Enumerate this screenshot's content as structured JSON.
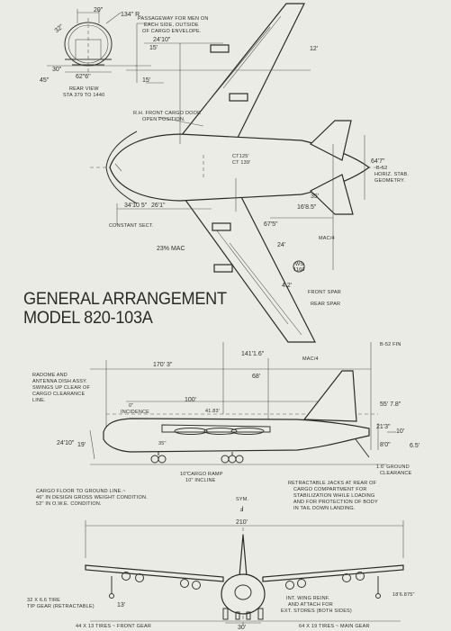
{
  "title": {
    "line1": "GENERAL ARRANGEMENT",
    "line2": "MODEL 820-103A"
  },
  "rear_view": {
    "dims": [
      "20\"",
      "32\"",
      "30\"",
      "45\"",
      "62\"6\"",
      "15'"
    ],
    "radius": "134\" R.",
    "caption1": "REAR VIEW",
    "caption2": "STA 379 TO 1440"
  },
  "top_view": {
    "passageway": [
      "PASSAGEWAY FOR MEN ON",
      "EACH SIDE, OUTSIDE",
      "OF CARGO ENVELOPE."
    ],
    "cargo_door": [
      "R.H. FRONT CARGO DOOR",
      "OPEN POSITION."
    ],
    "dims": [
      "15'",
      "24'10\"",
      "12'",
      "34'10 5\"",
      "26'1\"",
      "67'5\"",
      "16'8.5\"",
      "35'",
      "23% MAC",
      "24'",
      "4.2'"
    ],
    "constant_sect": "CONSTANT SECT.",
    "stab_geometry": [
      "64'7\"",
      "B-52",
      "HORIZ. STAB.",
      "GEOMETRY."
    ],
    "cts": [
      "CT125'",
      "CT 139'"
    ],
    "mac": "MAC/4",
    "spar_front": "FRONT SPAR",
    "spar_rear": "REAR SPAR",
    "wing_cut": [
      "WS",
      "1160"
    ]
  },
  "side_view": {
    "dims": [
      "141'1.6\"",
      "170' 3\"",
      "68'",
      "100'",
      "55' 7.8\"",
      "24'10\"",
      "19'",
      "21'3\"",
      "8'0\"",
      "6.5'",
      "10'",
      "41.83'",
      "35\"",
      "10\""
    ],
    "fin": "B-52 FIN",
    "mac": "MAC/4",
    "incidence": [
      "0\"",
      "INCIDENCE"
    ],
    "radome": [
      "RADOME AND",
      "ANTENNA DISH ASSY.",
      "SWINGS UP CLEAR OF",
      "CARGO CLEARANCE",
      "LINE."
    ],
    "ground_clear": [
      "1.6' GROUND",
      "CLEARANCE"
    ],
    "cargo_floor": [
      "CARGO FLOOR TO GROUND LINE.~",
      "46\" IN DESIGN GROSS WEIGHT CONDITION.",
      "52\" IN O.W.E. CONDITION."
    ],
    "cargo_ramp": [
      "CARGO RAMP",
      "10\" INCLINE"
    ],
    "jacks": [
      "RETRACTABLE JACKS AT REAR OF",
      "CARGO COMPARTMENT FOR",
      "STABILIZATION WHILE LOADING",
      "AND FOR PROTECTION OF BODY",
      "IN TAIL DOWN LANDING."
    ]
  },
  "front_view": {
    "sym": [
      "SYM.",
      "Ⅎ"
    ],
    "span": "210'",
    "dims": [
      "13'",
      "30'",
      "18'6.875\""
    ],
    "tip_gear": [
      "32 X 6.6 TIRE",
      "TIP GEAR (RETRACTABLE)"
    ],
    "wing_reinf": [
      "INT. WING REINF.",
      "AND ATTACH FOR",
      "EXT. STORES (BOTH SIDES)"
    ],
    "front_gear": "44 X 13 TIRES ~ FRONT GEAR",
    "main_gear": "64 X 19 TIRES ~ MAIN GEAR"
  }
}
